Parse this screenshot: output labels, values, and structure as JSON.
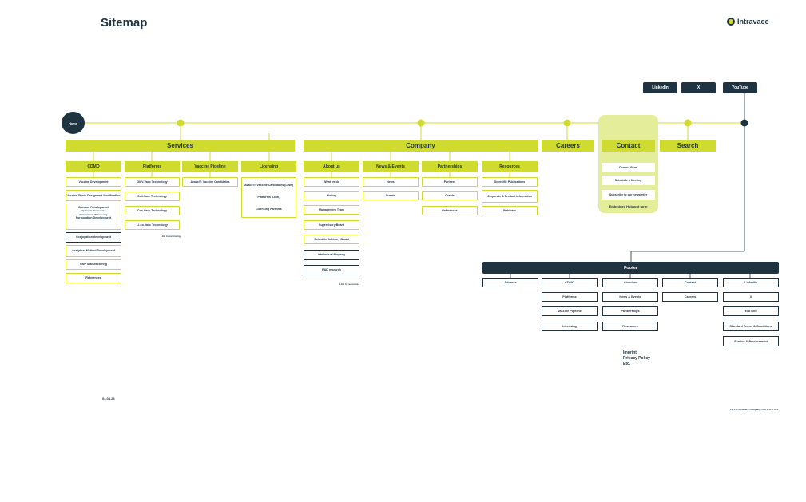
{
  "page": {
    "title": "Sitemap",
    "date": "04.04.24",
    "footnote": "Part of Intravacc Company, Part 2 of 2 of 2"
  },
  "logo": {
    "text": "Intravacc"
  },
  "social": {
    "linkedin": "LinkedIn",
    "x": "X",
    "youtube": "YouTube"
  },
  "home": "Home",
  "sections": {
    "services": "Services",
    "company": "Company",
    "careers": "Careers",
    "contact": "Contact",
    "search": "Search"
  },
  "services": {
    "cdmo": {
      "label": "CDMO",
      "vaccine_development": "Vaccine Development",
      "vaccine_strain_design": "Vaccine Strain Design and Modification",
      "process_development": "Process Development",
      "upstream": "Upstream Processing",
      "downstream": "Downstream Processing",
      "formulation": "Formulation Development",
      "conjugation": "Conjugation development",
      "analytical": "Analytical Method Development",
      "gmp": "GMP Manufacturing",
      "references": "References"
    },
    "platforms": {
      "label": "Platforms",
      "omv": "OMV-Vacc Technology",
      "cell": "Cell-Vacc Technology",
      "con": "Con-Vacc Technology",
      "lico": "Li-co-Vacc Technology",
      "note": "Link to Licensing"
    },
    "pipeline": {
      "label": "Vaccine Pipeline",
      "avacc": "Avacc®: Vaccine Candidates"
    },
    "licensing": {
      "label": "Licensing",
      "avacc_candidates": "Avacc®: Vaccine Candidates (LINK)",
      "platforms_link": "Platforms (LINK)",
      "partners": "Licensing Partners"
    }
  },
  "company": {
    "about": {
      "label": "About us",
      "what_we_do": "What we do",
      "history": "History",
      "management": "Management Team",
      "supervisory": "Supervisory Board",
      "scientific": "Scientific Advisory Board",
      "ip": "Intellectual Property",
      "rd": "R&D research",
      "note": "Link to resources"
    },
    "news": {
      "label": "News & Events",
      "news": "News",
      "events": "Events"
    },
    "partnerships": {
      "label": "Partnerships",
      "partners": "Partners",
      "grants": "Grants",
      "references": "References"
    },
    "resources": {
      "label": "Resources",
      "publications": "Scientific Publications",
      "corporate": "Corporate & Product Information",
      "webinars": "Webinars"
    }
  },
  "contact": {
    "form": "Contact Form",
    "meeting": "Schedule a Meeting",
    "newsletter": "Subscribe to our newsletter",
    "hubspot": "Embedded Hubspot form"
  },
  "footer": {
    "label": "Footer",
    "address": "Address",
    "cdmo": "CDMO",
    "platforms": "Platforms",
    "pipeline": "Vaccine Pipeline",
    "licensing": "Licensing",
    "about": "About us",
    "news": "News & Events",
    "partnerships": "Partnerships",
    "resources": "Resources",
    "contact": "Contact",
    "careers": "Careers",
    "linkedin": "LinkedIn",
    "x": "X",
    "youtube": "YouTube",
    "terms": "Standard Terms & Conditions",
    "procurement": "Service & Procurement",
    "imprint": "Imprint",
    "privacy": "Privacy Policy",
    "etc": "Etc."
  },
  "colors": {
    "accent": "#cfdc2f",
    "dark": "#1f3340",
    "contact_panel": "#e4ee9a"
  }
}
